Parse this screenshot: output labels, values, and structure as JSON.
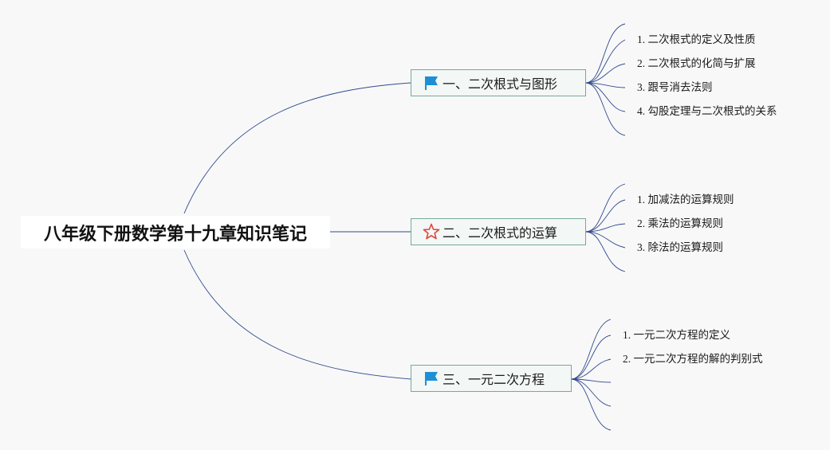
{
  "root": {
    "title": "八年级下册数学第十九章知识笔记"
  },
  "branches": [
    {
      "label": "一、二次根式与图形",
      "icon": "flag-icon",
      "children": [
        "1. 二次根式的定义及性质",
        "2. 二次根式的化简与扩展",
        "3. 跟号消去法则",
        "4. 勾股定理与二次根式的关系"
      ]
    },
    {
      "label": "二、二次根式的运算",
      "icon": "star-icon",
      "children": [
        "1. 加减法的运算规则",
        "2. 乘法的运算规则",
        "3. 除法的运算规则"
      ]
    },
    {
      "label": "三、一元二次方程",
      "icon": "flag-icon",
      "children": [
        "1. 一元二次方程的定义",
        "2. 一元二次方程的解的判别式"
      ]
    }
  ],
  "colors": {
    "connector": "#2f4a8f",
    "branch_border": "#78a89a",
    "branch_fill": "#f3f7f6",
    "flag_blue": "#1e8fd6",
    "star_red": "#e0463a",
    "background": "#f8f8f8"
  }
}
